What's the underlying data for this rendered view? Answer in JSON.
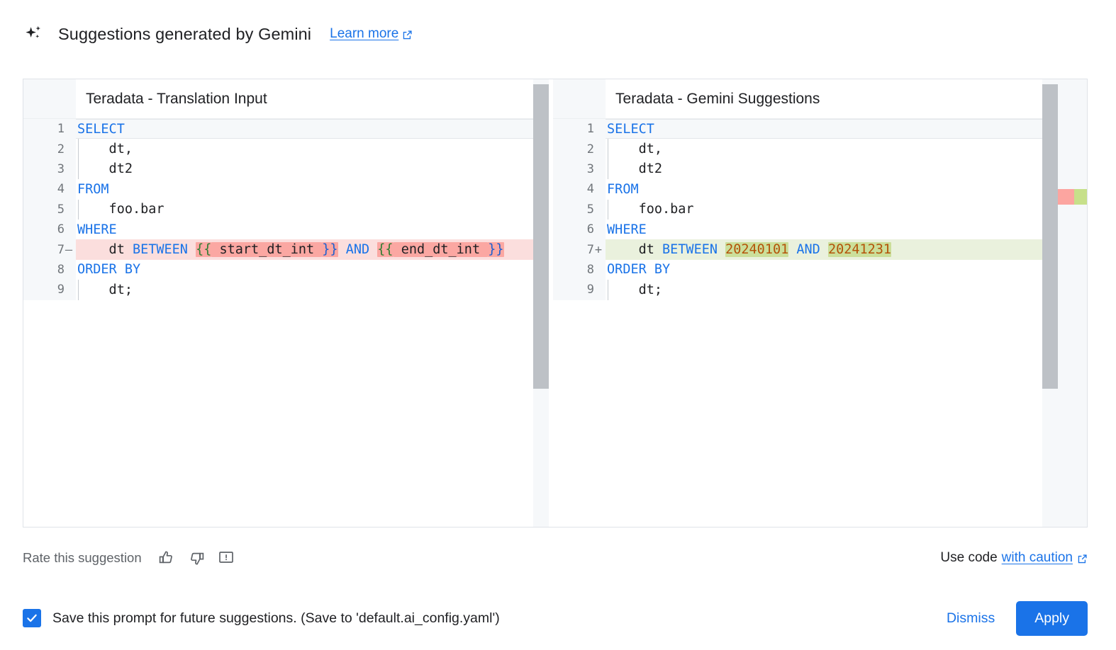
{
  "header": {
    "icon": "sparkle-icon",
    "title": "Suggestions generated by Gemini",
    "learn_more": "Learn more",
    "learn_more_icon": "external-link-icon"
  },
  "colors": {
    "accent": "#1a73e8",
    "deleted_line_bg": "#fbdedd",
    "deleted_token_bg": "#fba7a2",
    "inserted_line_bg": "#eaf1dd",
    "inserted_token_bg": "#cbdf9a",
    "keyword": "#1a73e8",
    "number": "#b45309",
    "gutter_bg": "#f6f8fa",
    "scrollbar": "#bdc1c6"
  },
  "left_pane": {
    "title": "Teradata - Translation Input",
    "lines": [
      {
        "n": "1",
        "sign": "",
        "state": "current",
        "indent": false,
        "tokens": [
          {
            "t": "SELECT",
            "c": "kw"
          }
        ]
      },
      {
        "n": "2",
        "sign": "",
        "state": "",
        "indent": true,
        "tokens": [
          {
            "t": "    dt,",
            "c": "plain"
          }
        ]
      },
      {
        "n": "3",
        "sign": "",
        "state": "",
        "indent": true,
        "tokens": [
          {
            "t": "    dt2",
            "c": "plain"
          }
        ]
      },
      {
        "n": "4",
        "sign": "",
        "state": "",
        "indent": false,
        "tokens": [
          {
            "t": "FROM",
            "c": "kw"
          }
        ]
      },
      {
        "n": "5",
        "sign": "",
        "state": "",
        "indent": true,
        "tokens": [
          {
            "t": "    foo.bar",
            "c": "plain"
          }
        ]
      },
      {
        "n": "6",
        "sign": "",
        "state": "",
        "indent": false,
        "tokens": [
          {
            "t": "WHERE",
            "c": "kw"
          }
        ]
      },
      {
        "n": "7",
        "sign": "—",
        "state": "del",
        "indent": false,
        "tokens": [
          {
            "t": "    dt ",
            "c": "plain"
          },
          {
            "t": "BETWEEN",
            "c": "kw"
          },
          {
            "t": " ",
            "c": "plain"
          },
          {
            "t": "{{",
            "c": "brc2",
            "hl": "del"
          },
          {
            "t": " start_dt_int ",
            "c": "plain",
            "hl": "del"
          },
          {
            "t": "}}",
            "c": "brc",
            "hl": "del"
          },
          {
            "t": " ",
            "c": "plain"
          },
          {
            "t": "AND",
            "c": "kw"
          },
          {
            "t": " ",
            "c": "plain"
          },
          {
            "t": "{{",
            "c": "brc2",
            "hl": "del"
          },
          {
            "t": " end_dt_int ",
            "c": "plain",
            "hl": "del"
          },
          {
            "t": "}}",
            "c": "brc",
            "hl": "del"
          }
        ]
      },
      {
        "n": "8",
        "sign": "",
        "state": "",
        "indent": false,
        "tokens": [
          {
            "t": "ORDER BY",
            "c": "kw"
          }
        ]
      },
      {
        "n": "9",
        "sign": "",
        "state": "",
        "indent": true,
        "tokens": [
          {
            "t": "    dt;",
            "c": "plain"
          }
        ]
      }
    ]
  },
  "right_pane": {
    "title": "Teradata - Gemini Suggestions",
    "lines": [
      {
        "n": "1",
        "sign": "",
        "state": "current",
        "indent": false,
        "tokens": [
          {
            "t": "SELECT",
            "c": "kw"
          }
        ]
      },
      {
        "n": "2",
        "sign": "",
        "state": "",
        "indent": true,
        "tokens": [
          {
            "t": "    dt,",
            "c": "plain"
          }
        ]
      },
      {
        "n": "3",
        "sign": "",
        "state": "",
        "indent": true,
        "tokens": [
          {
            "t": "    dt2",
            "c": "plain"
          }
        ]
      },
      {
        "n": "4",
        "sign": "",
        "state": "",
        "indent": false,
        "tokens": [
          {
            "t": "FROM",
            "c": "kw"
          }
        ]
      },
      {
        "n": "5",
        "sign": "",
        "state": "",
        "indent": true,
        "tokens": [
          {
            "t": "    foo.bar",
            "c": "plain"
          }
        ]
      },
      {
        "n": "6",
        "sign": "",
        "state": "",
        "indent": false,
        "tokens": [
          {
            "t": "WHERE",
            "c": "kw"
          }
        ]
      },
      {
        "n": "7",
        "sign": "+",
        "state": "ins",
        "indent": false,
        "tokens": [
          {
            "t": "    dt ",
            "c": "plain"
          },
          {
            "t": "BETWEEN",
            "c": "kw"
          },
          {
            "t": " ",
            "c": "plain"
          },
          {
            "t": "20240101",
            "c": "num2",
            "hl": "ins"
          },
          {
            "t": " ",
            "c": "plain"
          },
          {
            "t": "AND",
            "c": "kw"
          },
          {
            "t": " ",
            "c": "plain"
          },
          {
            "t": "20241231",
            "c": "num2",
            "hl": "ins"
          }
        ]
      },
      {
        "n": "8",
        "sign": "",
        "state": "",
        "indent": false,
        "tokens": [
          {
            "t": "ORDER BY",
            "c": "kw"
          }
        ]
      },
      {
        "n": "9",
        "sign": "",
        "state": "",
        "indent": true,
        "tokens": [
          {
            "t": "    dt;",
            "c": "plain"
          }
        ]
      }
    ]
  },
  "rate": {
    "label": "Rate this suggestion",
    "thumbs_up_icon": "thumb-up-icon",
    "thumbs_down_icon": "thumb-down-icon",
    "report_icon": "report-icon"
  },
  "caution": {
    "prefix": "Use code",
    "link": "with caution",
    "icon": "external-link-icon"
  },
  "footer": {
    "checkbox_checked": true,
    "checkbox_label": "Save this prompt for future suggestions. (Save to 'default.ai_config.yaml')",
    "dismiss_label": "Dismiss",
    "apply_label": "Apply"
  }
}
